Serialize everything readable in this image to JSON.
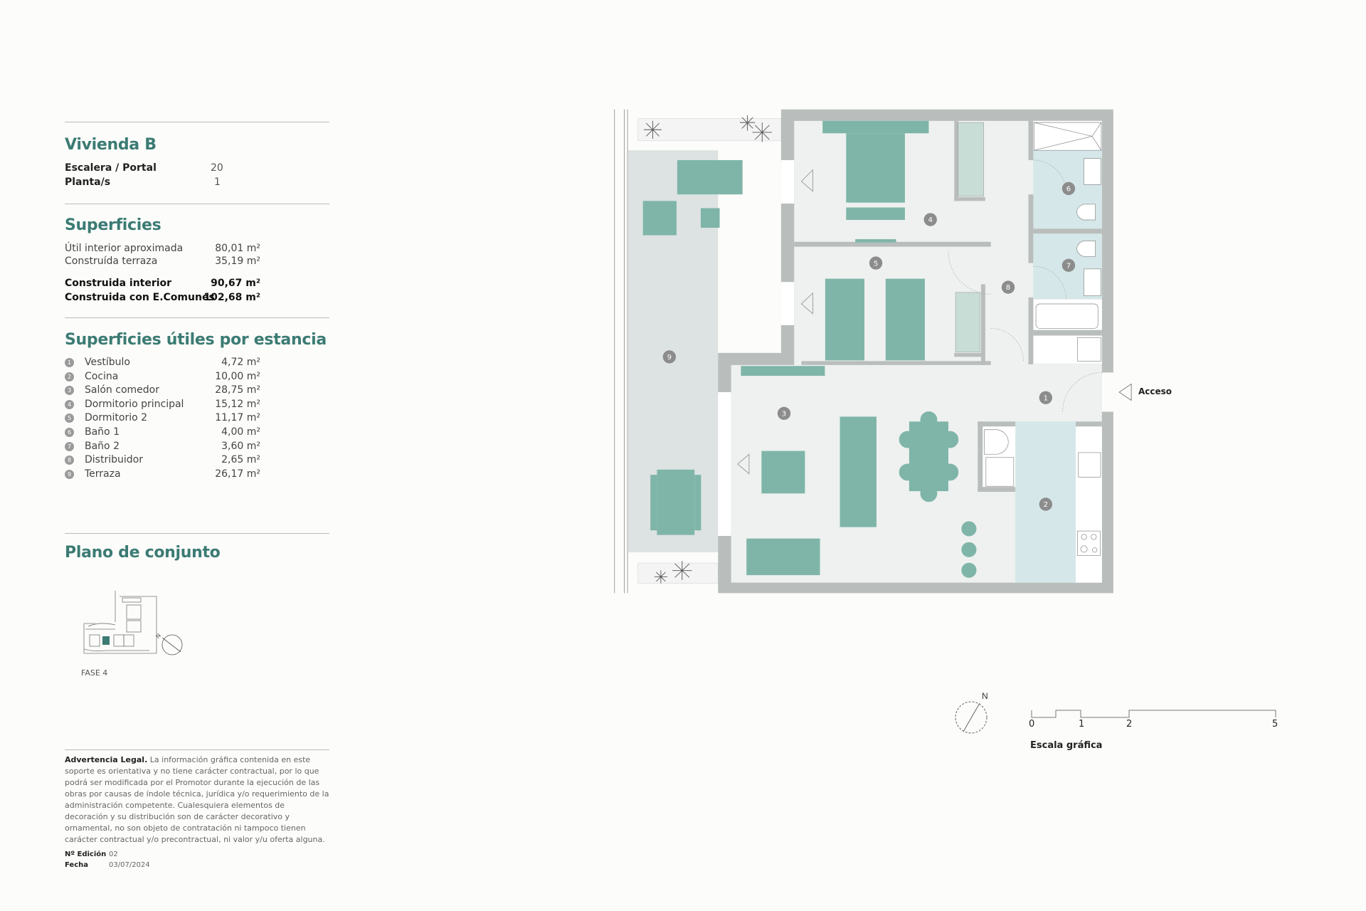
{
  "unit": {
    "title": "Vivienda B",
    "fields": [
      {
        "label": "Escalera / Portal",
        "value": "20"
      },
      {
        "label": "Planta/s",
        "value": "1"
      }
    ]
  },
  "surfaces": {
    "title": "Superficies",
    "items": [
      {
        "label": "Útil interior aproximada",
        "value": "80,01 m²",
        "bold": false
      },
      {
        "label": "Construída terraza",
        "value": "35,19 m²",
        "bold": false
      },
      {
        "label": "Construida interior",
        "value": "90,67 m²",
        "bold": true
      },
      {
        "label": "Construida con E.Comunes",
        "value": "102,68 m²",
        "bold": true
      }
    ]
  },
  "rooms": {
    "title": "Superficies útiles por estancia",
    "items": [
      {
        "num": "1",
        "label": "Vestíbulo",
        "value": "4,72 m²"
      },
      {
        "num": "2",
        "label": "Cocina",
        "value": "10,00 m²"
      },
      {
        "num": "3",
        "label": "Salón comedor",
        "value": "28,75 m²"
      },
      {
        "num": "4",
        "label": "Dormitorio principal",
        "value": "15,12 m²"
      },
      {
        "num": "5",
        "label": "Dormitorio 2",
        "value": "11,17 m²"
      },
      {
        "num": "6",
        "label": "Baño 1",
        "value": "4,00 m²"
      },
      {
        "num": "7",
        "label": "Baño 2",
        "value": "3,60 m²"
      },
      {
        "num": "8",
        "label": "Distribuidor",
        "value": "2,65 m²"
      },
      {
        "num": "9",
        "label": "Terraza",
        "value": "26,17 m²"
      }
    ]
  },
  "site_plan": {
    "title": "Plano de conjunto",
    "caption": "FASE 4",
    "north": "N"
  },
  "legal": {
    "lead": "Advertencia Legal.",
    "text": "La información gráfica contenida en este soporte es orientativa y no tiene carácter contractual, por lo que podrá ser modificada por el Promotor durante la ejecución de las obras por causas de índole técnica, jurídica y/o requerimiento de la administración competente. Cualesquiera elementos de decoración y su distribución son de carácter decorativo y ornamental, no son objeto de contratación ni tampoco tienen carácter contractual y/o precontractual, ni valor y/u oferta alguna.",
    "edition_label": "Nº Edición",
    "edition": "02",
    "date_label": "Fecha",
    "date": "03/07/2024"
  },
  "plan": {
    "access_label": "Acceso",
    "north": "N",
    "scale": {
      "label": "Escala gráfica",
      "ticks": [
        "0",
        "1",
        "2",
        "5"
      ]
    },
    "colors": {
      "furniture": "#7fb5a9",
      "wall": "#b9bebc",
      "floor": "#eef1ef",
      "terrace": "#dde3e2",
      "wet": "#d5e7e9",
      "label_badge": "#8c8c8c",
      "accent": "#3b7b73"
    }
  }
}
